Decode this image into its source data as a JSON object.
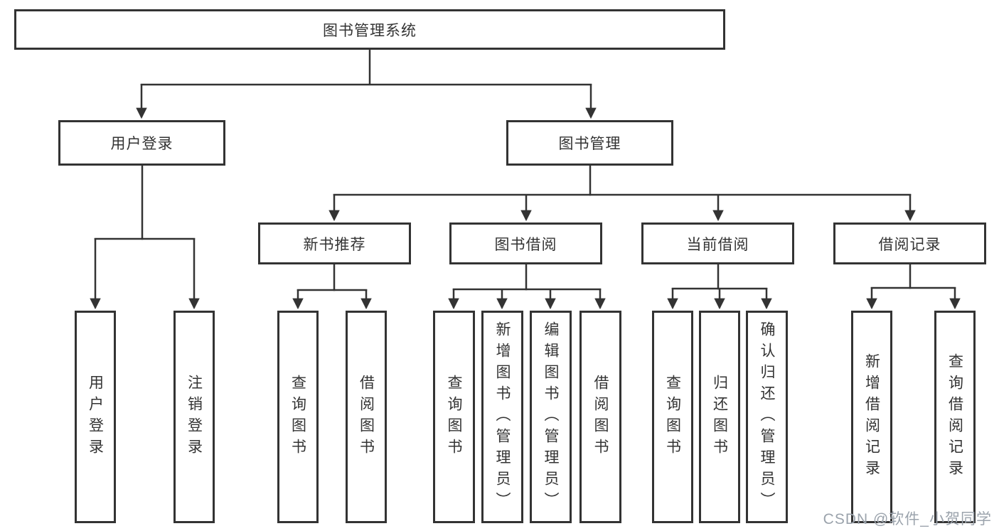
{
  "colors": {
    "line": "#333333",
    "text": "#333333",
    "box_background": "#ffffff",
    "page_background": "#ffffff",
    "watermark": "#9ba3ac"
  },
  "tree": {
    "root": {
      "label": "图书管理系统"
    },
    "children": [
      {
        "label": "用户登录",
        "children": [
          {
            "label": "用户登录"
          },
          {
            "label": "注销登录"
          }
        ]
      },
      {
        "label": "图书管理",
        "children": [
          {
            "label": "新书推荐",
            "children": [
              {
                "label": "查询图书"
              },
              {
                "label": "借阅图书"
              }
            ]
          },
          {
            "label": "图书借阅",
            "children": [
              {
                "label": "查询图书"
              },
              {
                "label": "新增图书（管理员）"
              },
              {
                "label": "编辑图书（管理员）"
              },
              {
                "label": "借阅图书"
              }
            ]
          },
          {
            "label": "当前借阅",
            "children": [
              {
                "label": "查询图书"
              },
              {
                "label": "归还图书"
              },
              {
                "label": "确认归还（管理员）"
              }
            ]
          },
          {
            "label": "借阅记录",
            "children": [
              {
                "label": "新增借阅记录"
              },
              {
                "label": "查询借阅记录"
              }
            ]
          }
        ]
      }
    ]
  },
  "watermark": {
    "text": "CSDN @软件_小贺同学"
  }
}
